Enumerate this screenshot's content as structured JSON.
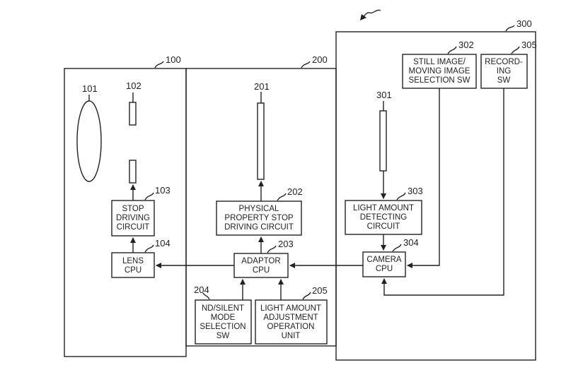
{
  "figure_arrow_ref": "",
  "units": {
    "camera_unit": {
      "ref": "300"
    },
    "adaptor_unit": {
      "ref": "200"
    },
    "lens_unit": {
      "ref": "100"
    }
  },
  "components": {
    "lens_101": {
      "ref": "101"
    },
    "stop_102": {
      "ref": "102"
    },
    "physical_property_stop_201": {
      "ref": "201"
    },
    "light_detector_301": {
      "ref": "301"
    }
  },
  "blocks": {
    "stop_driving_circuit": {
      "ref": "103",
      "lines": [
        "STOP",
        "DRIVING",
        "CIRCUIT"
      ]
    },
    "lens_cpu": {
      "ref": "104",
      "lines": [
        "LENS",
        "CPU"
      ]
    },
    "physical_property_stop_driving_circuit": {
      "ref": "202",
      "lines": [
        "PHYSICAL",
        "PROPERTY STOP",
        "DRIVING CIRCUIT"
      ]
    },
    "adaptor_cpu": {
      "ref": "203",
      "lines": [
        "ADAPTOR",
        "CPU"
      ]
    },
    "nd_silent_mode_selection_sw": {
      "ref": "204",
      "lines": [
        "ND/SILENT",
        "MODE",
        "SELECTION",
        "SW"
      ]
    },
    "light_amount_adjustment_operation_unit": {
      "ref": "205",
      "lines": [
        "LIGHT AMOUNT",
        "ADJUSTMENT",
        "OPERATION",
        "UNIT"
      ]
    },
    "still_image_moving_image_selection_sw": {
      "ref": "302",
      "lines": [
        "STILL IMAGE/",
        "MOVING IMAGE",
        "SELECTION SW"
      ]
    },
    "light_amount_detecting_circuit": {
      "ref": "303",
      "lines": [
        "LIGHT AMOUNT",
        "DETECTING",
        "CIRCUIT"
      ]
    },
    "camera_cpu": {
      "ref": "304",
      "lines": [
        "CAMERA",
        "CPU"
      ]
    },
    "recording_sw": {
      "ref": "305",
      "lines": [
        "RECORD-",
        "ING",
        "SW"
      ]
    }
  }
}
